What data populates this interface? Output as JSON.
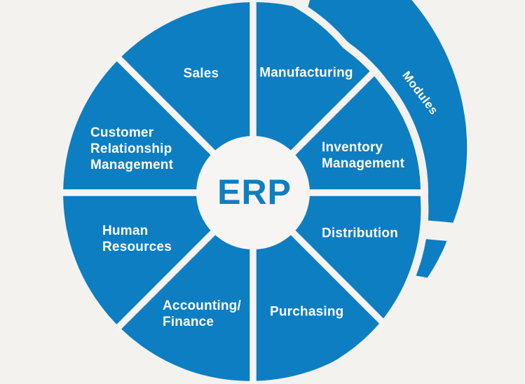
{
  "background_color": "#f3f2ef",
  "cutout_color": "#f6f5f3",
  "wheel": {
    "color": "#0d7ec1",
    "center_label": "ERP",
    "center_label_color": "#0d7ec1",
    "segments": [
      {
        "id": "sales",
        "label": "Sales"
      },
      {
        "id": "manufacturing",
        "label": "Manufacturing"
      },
      {
        "id": "inventory-management",
        "label": "Inventory\nManagement"
      },
      {
        "id": "distribution",
        "label": "Distribution"
      },
      {
        "id": "purchasing",
        "label": "Purchasing"
      },
      {
        "id": "accounting-finance",
        "label": "Accounting/\nFinance"
      },
      {
        "id": "human-resources",
        "label": "Human\nResources"
      },
      {
        "id": "customer-relationship-management",
        "label": "Customer\nRelationship\nManagement"
      }
    ]
  },
  "outer_arc": {
    "label": "Modules"
  }
}
